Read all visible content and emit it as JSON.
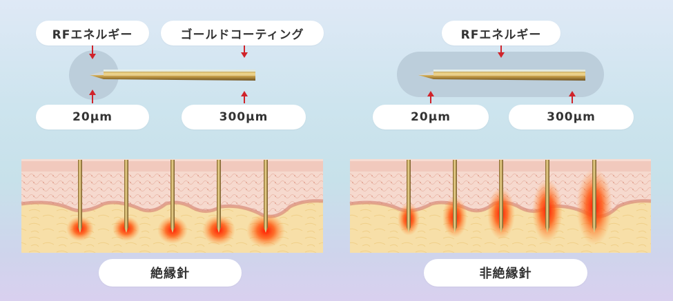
{
  "left": {
    "top_labels": [
      "RFエネルギー",
      "ゴールドコーティング"
    ],
    "bottom_labels": [
      "20μm",
      "300μm"
    ],
    "caption": "絶縁針"
  },
  "right": {
    "top_labels": [
      "RFエネルギー"
    ],
    "bottom_labels": [
      "20μm",
      "300μm"
    ],
    "caption": "非絶縁針"
  },
  "colors": {
    "arrow": "#d0232a",
    "gold": "#c9a14a",
    "heat": "#ff3b0a",
    "skin_top": "#f6cfc3",
    "dermis": "#f8dfa6"
  }
}
